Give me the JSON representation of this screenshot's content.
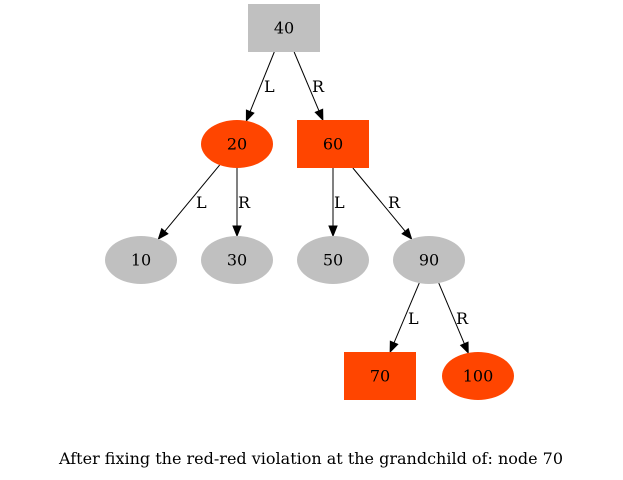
{
  "caption": "After fixing the red-red violation at the grandchild of: node 70",
  "colors": {
    "red": "#ff4500",
    "gray": "#c0c0c0",
    "edge": "#000000",
    "text": "#000000"
  },
  "nodes": [
    {
      "id": "n40",
      "label": "40",
      "shape": "box",
      "color": "gray"
    },
    {
      "id": "n20",
      "label": "20",
      "shape": "ellipse",
      "color": "red"
    },
    {
      "id": "n60",
      "label": "60",
      "shape": "box",
      "color": "red"
    },
    {
      "id": "n10",
      "label": "10",
      "shape": "ellipse",
      "color": "gray"
    },
    {
      "id": "n30",
      "label": "30",
      "shape": "ellipse",
      "color": "gray"
    },
    {
      "id": "n50",
      "label": "50",
      "shape": "ellipse",
      "color": "gray"
    },
    {
      "id": "n90",
      "label": "90",
      "shape": "ellipse",
      "color": "gray"
    },
    {
      "id": "n70",
      "label": "70",
      "shape": "box",
      "color": "red"
    },
    {
      "id": "n100",
      "label": "100",
      "shape": "ellipse",
      "color": "red"
    }
  ],
  "edges": [
    {
      "from": "n40",
      "to": "n20",
      "label": "L"
    },
    {
      "from": "n40",
      "to": "n60",
      "label": "R"
    },
    {
      "from": "n20",
      "to": "n10",
      "label": "L"
    },
    {
      "from": "n20",
      "to": "n30",
      "label": "R"
    },
    {
      "from": "n60",
      "to": "n50",
      "label": "L"
    },
    {
      "from": "n60",
      "to": "n90",
      "label": "R"
    },
    {
      "from": "n90",
      "to": "n70",
      "label": "L"
    },
    {
      "from": "n90",
      "to": "n100",
      "label": "R"
    }
  ]
}
